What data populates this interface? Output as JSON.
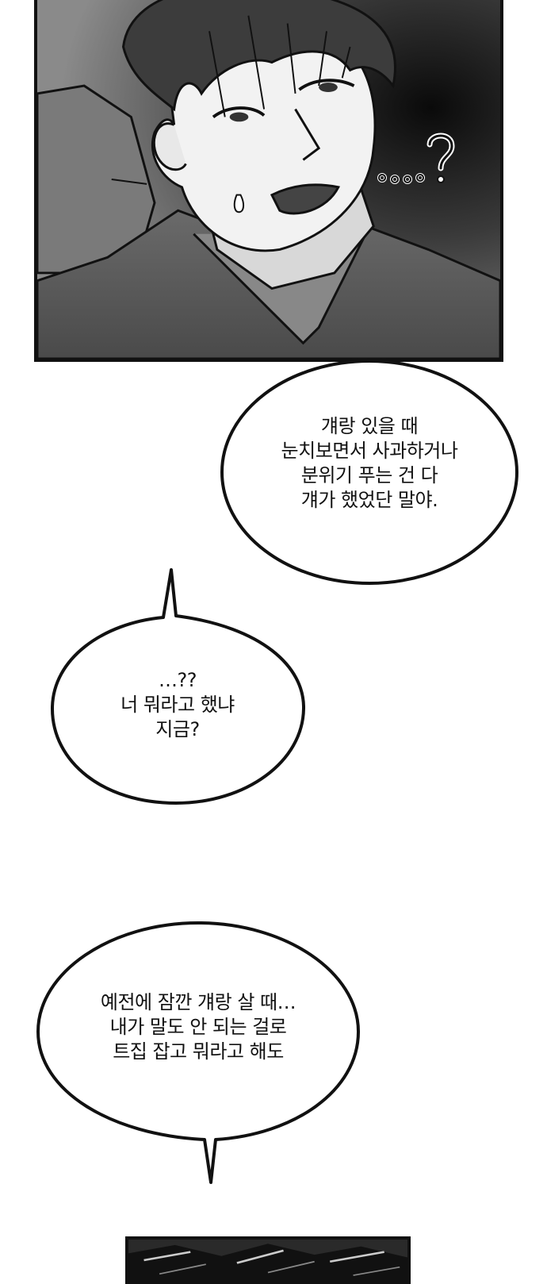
{
  "panels": {
    "top": {
      "description_icon": "manga-character-icon",
      "reaction": "…?"
    },
    "bottom": {
      "description_icon": "manga-panel-icon"
    }
  },
  "bubbles": {
    "first": {
      "lines": [
        "걔랑 있을 때",
        "눈치보면서 사과하거나",
        "분위기 푸는 건 다",
        "걔가 했었단 말야."
      ]
    },
    "second": {
      "lines": [
        "…??",
        "너 뭐라고 했냐",
        "지금?"
      ]
    },
    "third": {
      "lines": [
        "예전에 잠깐 걔랑 살 때…",
        "내가 말도 안 되는 걸로",
        "트집 잡고 뭐라고 해도"
      ]
    }
  }
}
